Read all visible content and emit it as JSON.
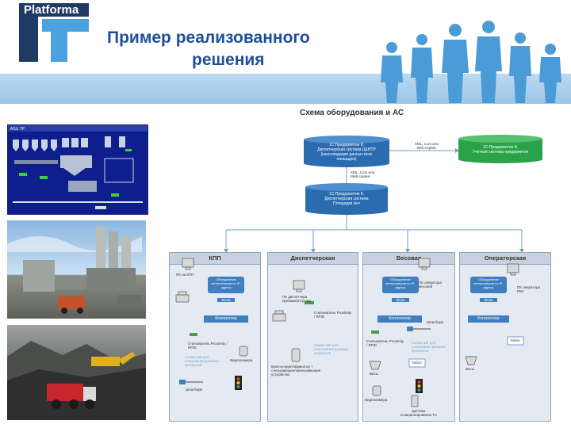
{
  "header": {
    "logo_text": "Platforma",
    "title_line1": "Пример реализованного",
    "title_line2": "решения",
    "colors": {
      "logo_dark": "#1f3b63",
      "logo_light": "#4aa3df",
      "title": "#1f4e9c",
      "band": "#9ac6e8"
    }
  },
  "photos": [
    {
      "name": "scada-screen",
      "caption": "ASU TP"
    },
    {
      "name": "concrete-plant"
    },
    {
      "name": "quarry-truck"
    }
  ],
  "diagram": {
    "title": "Схема оборудования и АС",
    "central_db": {
      "line1": "1С:Предприятие 8.",
      "line2": "Диспетчерская система ЦЕНТР",
      "line3": "(консолидация данных всех",
      "line4": "площадок)"
    },
    "accounting_db": {
      "line1": "1С:Предприятие 8.",
      "line2": "Учетная система предприятия"
    },
    "site_db": {
      "line1": "1С:Предприятие 8.",
      "line2": "Диспетчерская система",
      "line3": "Площадки №n"
    },
    "link_top": {
      "line1": "XML, Com или",
      "line2": "Web-сервис"
    },
    "link_mid": {
      "line1": "XML, Com или",
      "line2": "Web-сервис"
    },
    "departments": {
      "kpp": {
        "title": "КПП",
        "pc": "ПК на КПП",
        "gateway": "Объединение контроллеров по IP-адресу",
        "gateway_short": "Moxa",
        "controller": "Контроллер",
        "reader": "Считыватель Proximity / RFID",
        "scheme": "Схема ШК для считывания разовых пропусков",
        "camera": "Видеокамера",
        "barrier": "Шлагбаум"
      },
      "dispatch": {
        "title": "Диспетчерская",
        "pc": "ПК диспетчера приемки/отгрузки",
        "reader": "Считыватель Proximity / RFID",
        "device": "Брелок-идентификатор + считывающее/записывающее устройство",
        "scheme": "Схема ШК для считывания разовых пропусков"
      },
      "weighing": {
        "title": "Весовая",
        "pc": "ПК оператора весовой",
        "gateway": "Объединение контроллеров по IP-адресу",
        "gateway_short": "Moxa",
        "controller": "Контроллер",
        "barrier": "Шлагбаум",
        "reader": "Считыватель Proximity / RFID",
        "scheme": "Схема ШК для считывания разовых пропусков",
        "scales": "Весы",
        "board": "Табло",
        "camera": "Видеокамера",
        "sensors": "Датчики позиционирования ТС"
      },
      "operator": {
        "title": "Операторская",
        "pc": "ПК оператора РБУ",
        "gateway": "Объединение контроллеров по IP-адресу",
        "gateway_short": "Moxa",
        "controller": "Контроллер",
        "board": "Табло",
        "scales": "Весы"
      }
    }
  }
}
